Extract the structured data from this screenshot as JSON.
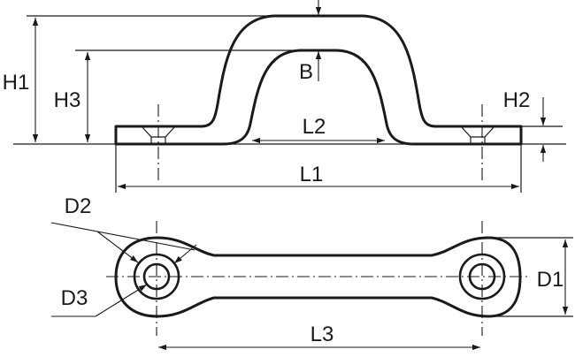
{
  "diagram": {
    "labels": {
      "h1": "H1",
      "h2": "H2",
      "h3": "H3",
      "b": "B",
      "l1": "L1",
      "l2": "L2",
      "l3": "L3",
      "d1": "D1",
      "d2": "D2",
      "d3": "D3"
    },
    "colors": {
      "line": "#1a1a1a",
      "background": "#ffffff"
    }
  }
}
